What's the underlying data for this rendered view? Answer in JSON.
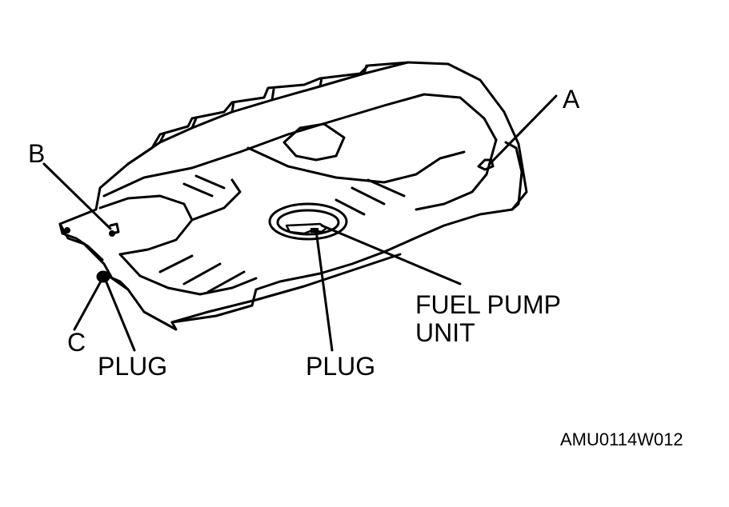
{
  "labels": {
    "a": "A",
    "b": "B",
    "c": "C",
    "plug_left": "PLUG",
    "plug_center": "PLUG",
    "fuel_pump_line1": "FUEL PUMP",
    "fuel_pump_line2": "UNIT",
    "figure_code": "AMU0114W012"
  },
  "colors": {
    "ink": "#000000",
    "background": "#ffffff"
  }
}
